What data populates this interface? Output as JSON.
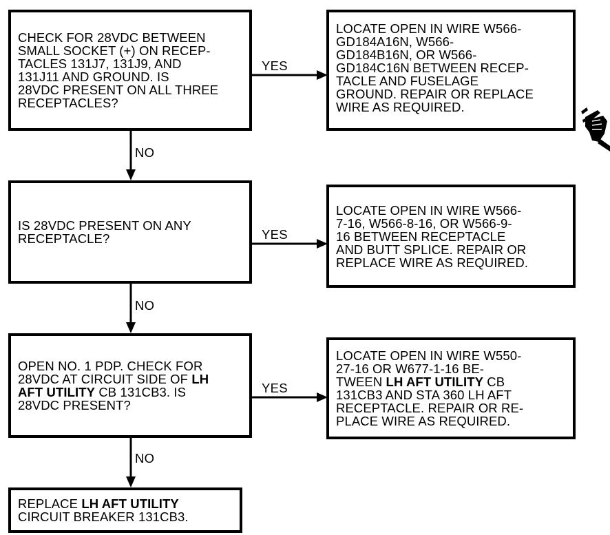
{
  "decisions": [
    {
      "question": "CHECK FOR 28VDC BETWEEN\nSMALL SOCKET (+) ON RECEP-\nTACLES 131J7, 131J9, AND\n131J11 AND GROUND. IS\n28VDC PRESENT ON ALL THREE\nRECEPTACLES?",
      "yes_label": "YES",
      "action": "LOCATE OPEN IN WIRE W566-\nGD184A16N, W566-\nGD184B16N, OR W566-\nGD184C16N BETWEEN RECEP-\nTACLE AND FUSELAGE\nGROUND. REPAIR OR REPLACE\nWIRE AS REQUIRED.",
      "no_label": "NO"
    },
    {
      "question": "IS 28VDC PRESENT ON ANY\nRECEPTACLE?",
      "yes_label": "YES",
      "action": "LOCATE OPEN IN WIRE W566-\n7-16, W566-8-16, OR W566-9-\n16 BETWEEN RECEPTACLE\nAND BUTT SPLICE. REPAIR OR\nREPLACE WIRE AS REQUIRED.",
      "no_label": "NO"
    },
    {
      "question_parts": [
        "OPEN NO. 1 PDP. CHECK FOR\n28VDC AT CIRCUIT SIDE OF ",
        "LH\nAFT UTILITY",
        " CB 131CB3. IS\n28VDC PRESENT?"
      ],
      "yes_label": "YES",
      "action_parts": [
        "LOCATE OPEN IN WIRE W550-\n27-16 OR W677-1-16 BE-\nTWEEN ",
        "LH AFT UTILITY",
        " CB\n131CB3 AND STA 360 LH AFT\nRECEPTACLE. REPAIR OR RE-\nPLACE WIRE AS REQUIRED."
      ],
      "no_label": "NO"
    }
  ],
  "final_action_parts": [
    "REPLACE ",
    "LH AFT UTILITY",
    "\nCIRCUIT BREAKER 131CB3."
  ],
  "pointer_icon": "pointing-hand-icon",
  "colors": {
    "ink": "#000000",
    "paper": "#ffffff"
  }
}
